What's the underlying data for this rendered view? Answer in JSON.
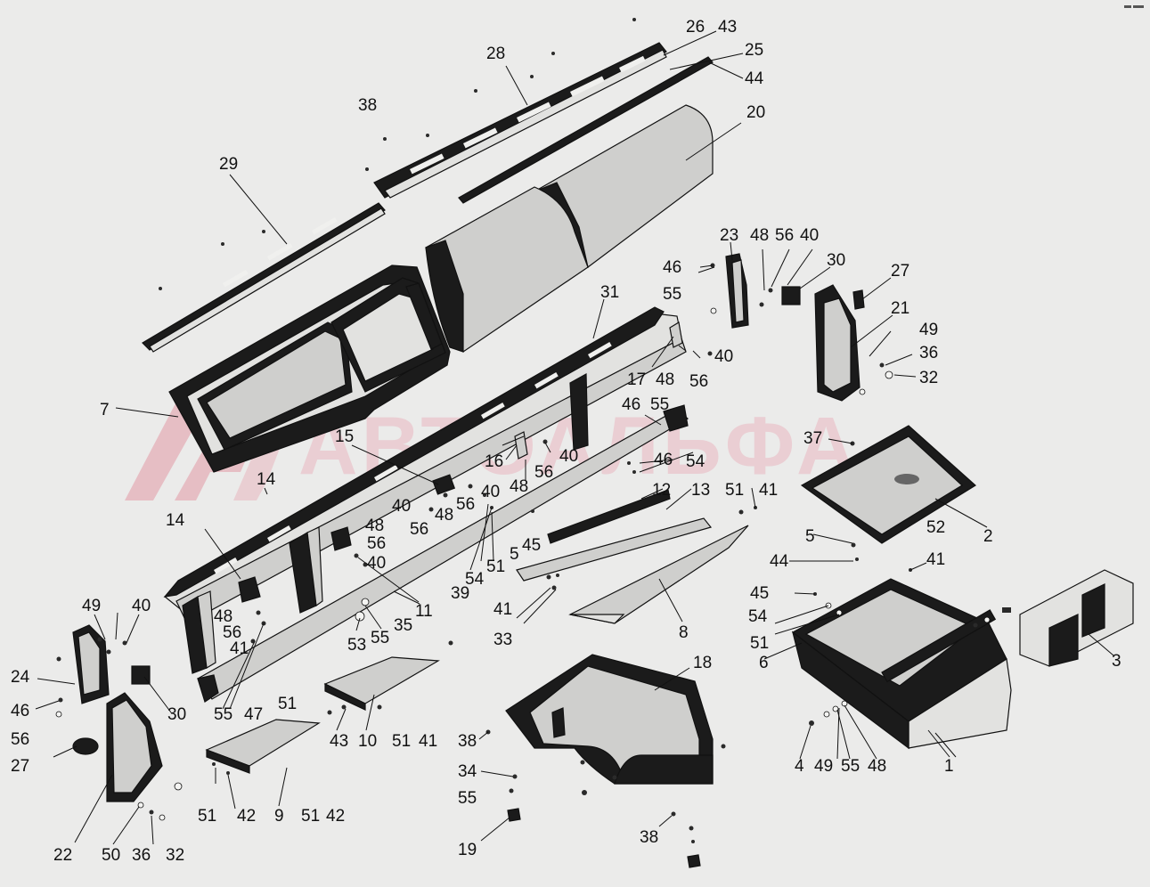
{
  "watermark": {
    "brand_text": "АВТОАЛЬФА",
    "color": "#e9b7bf",
    "logo": "red stylized A-J logo"
  },
  "callouts": [
    "1",
    "2",
    "3",
    "4",
    "5",
    "5",
    "6",
    "7",
    "8",
    "9",
    "10",
    "11",
    "12",
    "13",
    "14",
    "14",
    "15",
    "16",
    "17",
    "18",
    "19",
    "20",
    "21",
    "22",
    "23",
    "24",
    "25",
    "26",
    "27",
    "27",
    "28",
    "29",
    "30",
    "30",
    "31",
    "32",
    "32",
    "33",
    "34",
    "35",
    "36",
    "36",
    "37",
    "38",
    "38",
    "38",
    "39",
    "40",
    "40",
    "40",
    "40",
    "40",
    "40",
    "40",
    "41",
    "41",
    "41",
    "41",
    "41",
    "42",
    "42",
    "43",
    "43",
    "44",
    "44",
    "45",
    "45",
    "46",
    "46",
    "46",
    "46",
    "47",
    "48",
    "48",
    "48",
    "48",
    "48",
    "48",
    "48",
    "49",
    "49",
    "49",
    "50",
    "51",
    "51",
    "51",
    "51",
    "51",
    "51",
    "51",
    "52",
    "53",
    "54",
    "54",
    "54",
    "55",
    "55",
    "55",
    "55",
    "55",
    "55",
    "56",
    "56",
    "56",
    "56",
    "56",
    "56",
    "56",
    "56"
  ]
}
